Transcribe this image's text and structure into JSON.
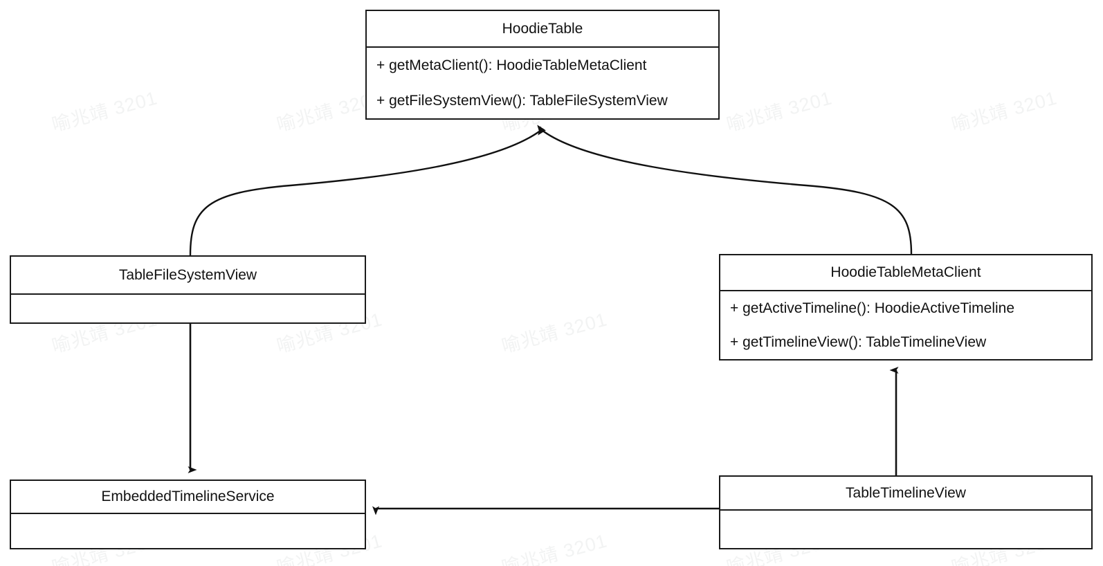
{
  "diagram": {
    "title": "UML class diagram",
    "background_color": "#ffffff",
    "line_color": "#1a1a1a",
    "text_color": "#111111",
    "watermark": {
      "text": "喻兆靖 3201",
      "color": "#f2f3f3",
      "rotation_deg": -15
    }
  },
  "classes": [
    {
      "id": "hoodie-table",
      "name": "HoodieTable",
      "members": [
        "+ getMetaClient(): HoodieTableMetaClient",
        "+ getFileSystemView(): TableFileSystemView"
      ]
    },
    {
      "id": "table-file-system-view",
      "name": "TableFileSystemView",
      "members": []
    },
    {
      "id": "hoodie-table-meta-client",
      "name": "HoodieTableMetaClient",
      "members": [
        "+ getActiveTimeline(): HoodieActiveTimeline",
        "+ getTimelineView(): TableTimelineView"
      ]
    },
    {
      "id": "embedded-timeline-service",
      "name": "EmbeddedTimelineService",
      "members": []
    },
    {
      "id": "table-timeline-view",
      "name": "TableTimelineView",
      "members": []
    }
  ],
  "relations": [
    {
      "id": "file-system-view-to-hoodie-table",
      "from": "TableFileSystemView",
      "to": "HoodieTable",
      "style": "curved",
      "arrowhead": "filled-triangle"
    },
    {
      "id": "meta-client-to-hoodie-table",
      "from": "HoodieTableMetaClient",
      "to": "HoodieTable",
      "style": "curved",
      "arrowhead": "filled-triangle"
    },
    {
      "id": "file-system-view-to-embedded-timeline-service",
      "from": "TableFileSystemView",
      "to": "EmbeddedTimelineService",
      "style": "straight-vertical",
      "arrowhead": "filled-triangle"
    },
    {
      "id": "timeline-view-to-meta-client",
      "from": "TableTimelineView",
      "to": "HoodieTableMetaClient",
      "style": "straight-vertical",
      "arrowhead": "filled-triangle"
    },
    {
      "id": "timeline-view-to-embedded-timeline-service",
      "from": "TableTimelineView",
      "to": "EmbeddedTimelineService",
      "style": "straight-horizontal",
      "arrowhead": "filled-triangle"
    }
  ]
}
